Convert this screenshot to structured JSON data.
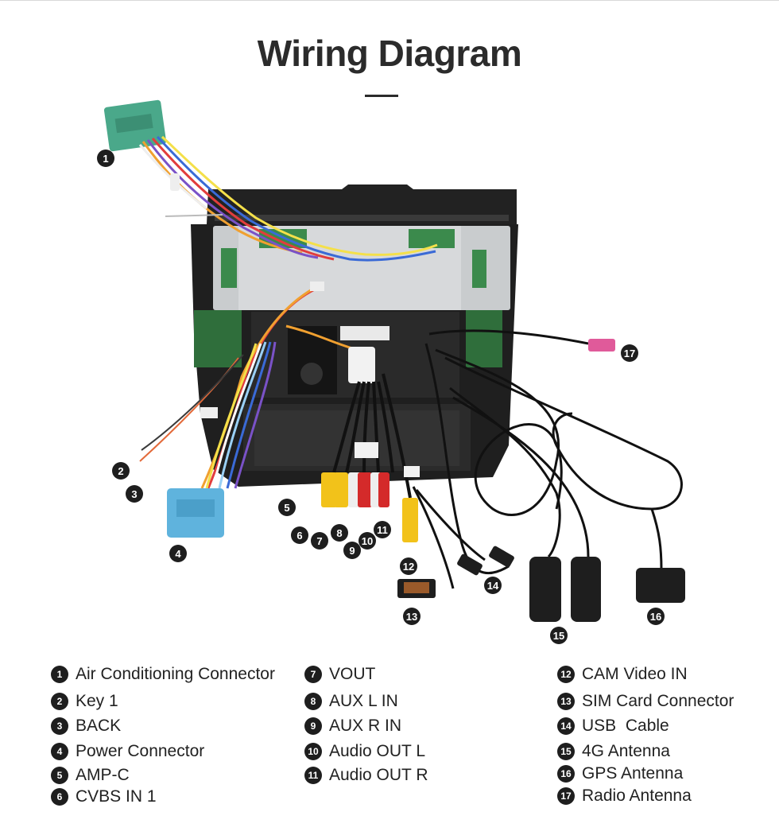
{
  "title": "Wiring Diagram",
  "callouts": [
    "1",
    "2",
    "3",
    "4",
    "5",
    "6",
    "7",
    "8",
    "9",
    "10",
    "11",
    "12",
    "13",
    "14",
    "15",
    "16",
    "17"
  ],
  "legend": [
    {
      "num": "1",
      "label": "Air Conditioning Connector"
    },
    {
      "num": "2",
      "label": "Key 1"
    },
    {
      "num": "3",
      "label": "BACK"
    },
    {
      "num": "4",
      "label": "Power Connector"
    },
    {
      "num": "5",
      "label": "AMP-C"
    },
    {
      "num": "6",
      "label": "CVBS IN 1"
    },
    {
      "num": "7",
      "label": "VOUT"
    },
    {
      "num": "8",
      "label": "AUX L IN"
    },
    {
      "num": "9",
      "label": "AUX R IN"
    },
    {
      "num": "10",
      "label": "Audio OUT L"
    },
    {
      "num": "11",
      "label": "Audio OUT R"
    },
    {
      "num": "12",
      "label": "CAM Video IN"
    },
    {
      "num": "13",
      "label": "SIM Card Connector"
    },
    {
      "num": "14",
      "label": "USB  Cable"
    },
    {
      "num": "15",
      "label": "4G Antenna"
    },
    {
      "num": "16",
      "label": "GPS Antenna"
    },
    {
      "num": "17",
      "label": "Radio Antenna"
    }
  ],
  "colors": {
    "connector_green": "#4aa88a",
    "connector_blue": "#5fb3dd",
    "rca_yellow": "#f2c21a",
    "rca_white": "#eeeeee",
    "rca_red": "#d42a2a",
    "panel_dark": "#1c1c1c",
    "plate_grey": "#c9ccce"
  }
}
